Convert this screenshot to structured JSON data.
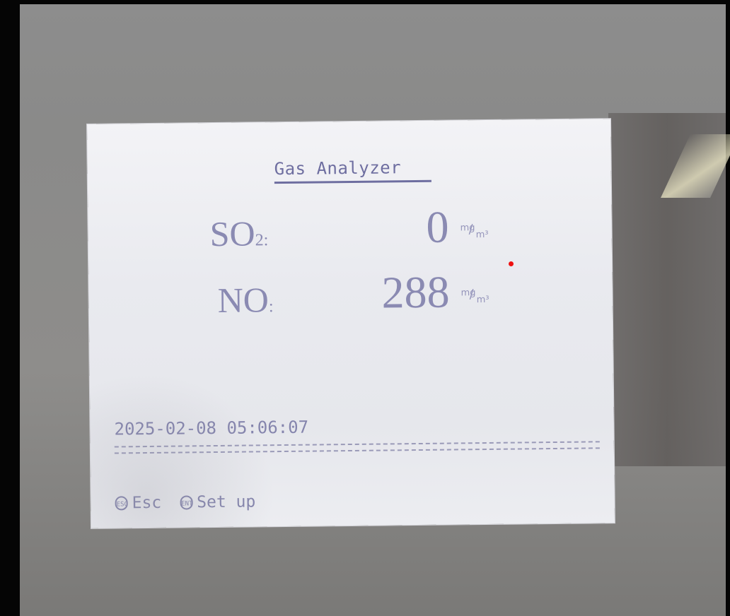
{
  "screen": {
    "title": "Gas Analyzer",
    "readings": [
      {
        "label": "SO",
        "subscript": "2",
        "separator": ":",
        "value": "0",
        "unit_num": "mg",
        "unit_den": "m³"
      },
      {
        "label": "NO",
        "subscript": "",
        "separator": ":",
        "value": "288",
        "unit_num": "mg",
        "unit_den": "m³"
      }
    ],
    "datetime": "2025-02-08 05:06:07",
    "footer": {
      "esc_icon": "ESC",
      "esc_label": "Esc",
      "enter_icon": "ENT",
      "setup_label": "Set up"
    }
  },
  "colors": {
    "lcd_text": "#8a8ab2",
    "lcd_background": "#eaebef",
    "indicator": "#ee1010"
  },
  "icons": [
    "esc-key-icon",
    "enter-key-icon"
  ]
}
